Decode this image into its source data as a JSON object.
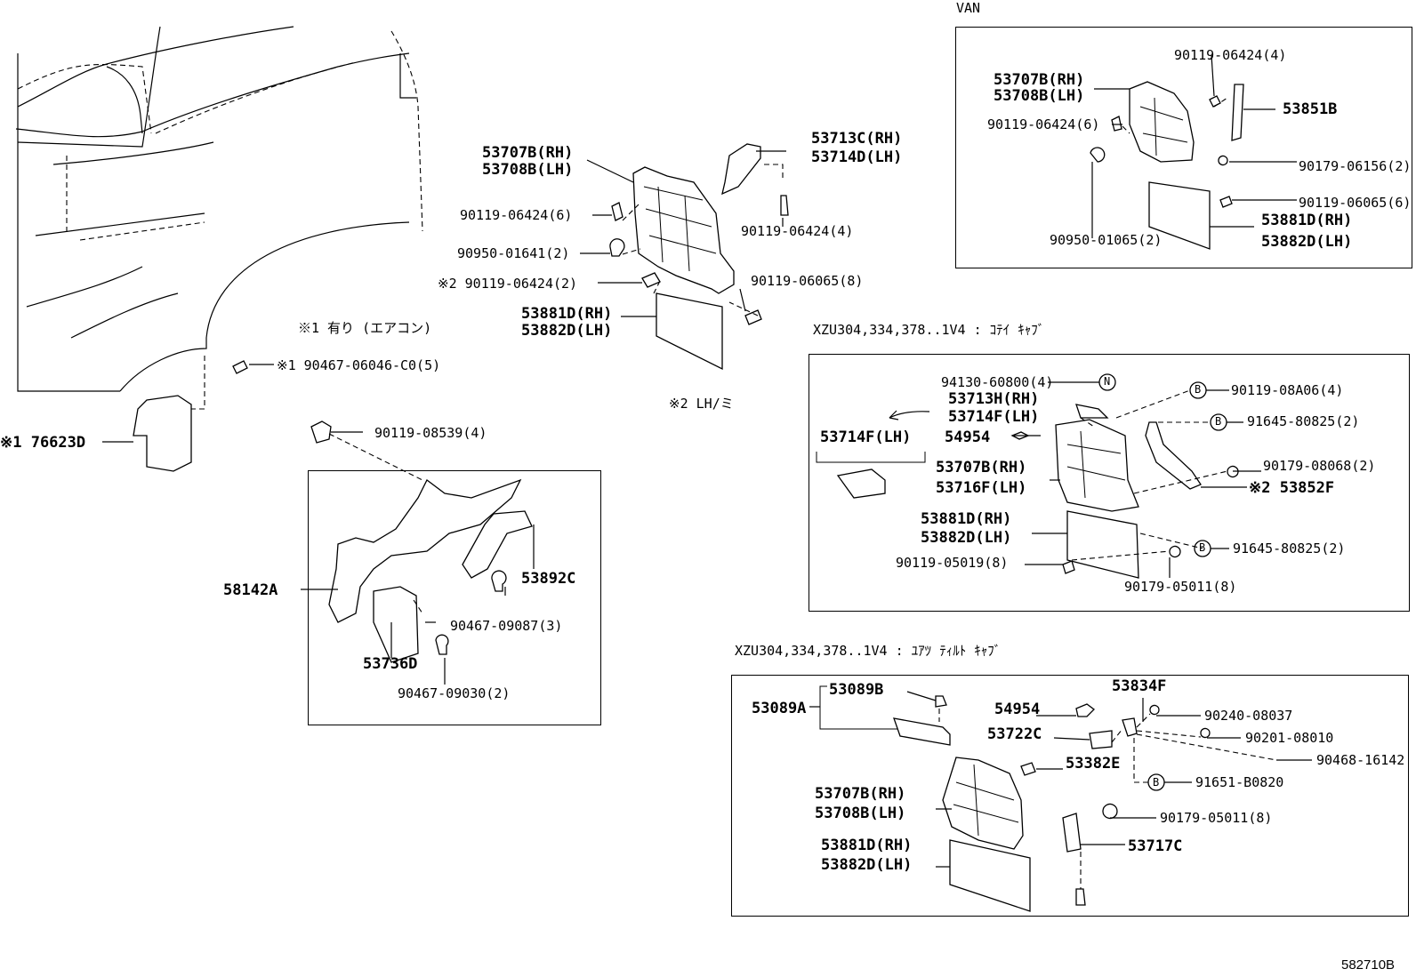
{
  "diagram_code": "582710B",
  "sections": {
    "van": {
      "title": "VAN",
      "labels": [
        "53707B(RH)",
        "53708B(LH)",
        "90119-06424(4)",
        "53851B",
        "90119-06424(6)",
        "90179-06156(2)",
        "90119-06065(6)",
        "53881D(RH)",
        "53882D(LH)",
        "90950-01065(2)"
      ]
    },
    "main": {
      "labels": [
        "53707B(RH)",
        "53708B(LH)",
        "53713C(RH)",
        "53714D(LH)",
        "90119-06424(6)",
        "90119-06424(4)",
        "90950-01641(2)",
        "※2 90119-06424(2)",
        "90119-06065(8)",
        "53881D(RH)",
        "53882D(LH)",
        "※1 有り (エアコン)",
        "※1 90467-06046-C0(5)",
        "※1 76623D",
        "※2 LH/ミ"
      ]
    },
    "lower": {
      "labels": [
        "90119-08539(4)",
        "58142A",
        "53892C",
        "90467-09087(3)",
        "53736D",
        "90467-09030(2)"
      ]
    },
    "standard_cab": {
      "title": "XZU304,334,378..1V4 : ｺﾃｲ ｷｬﾌﾞ",
      "labels": [
        "94130-60800(4)",
        "53713H(RH)",
        "53714F(LH)",
        "54954",
        "53714F(LH)",
        "53707B(RH)",
        "53716F(LH)",
        "53881D(RH)",
        "53882D(LH)",
        "90119-05019(8)",
        "90119-08A06(4)",
        "91645-80825(2)",
        "90179-08068(2)",
        "※2 53852F",
        "91645-80825(2)",
        "90179-05011(8)"
      ],
      "markers": [
        "N",
        "B",
        "B",
        "B"
      ]
    },
    "tilt_cab": {
      "title": "XZU304,334,378..1V4 : ﾕｱﾂ ﾃｨﾙﾄ ｷｬﾌﾞ",
      "labels": [
        "53089A",
        "53089B",
        "54954",
        "53834F",
        "53722C",
        "90240-08037",
        "90201-08010",
        "90468-16142",
        "53382E",
        "91651-B0820",
        "53707B(RH)",
        "53708B(LH)",
        "90179-05011(8)",
        "53717C",
        "53881D(RH)",
        "53882D(LH)"
      ],
      "markers": [
        "B"
      ]
    }
  }
}
